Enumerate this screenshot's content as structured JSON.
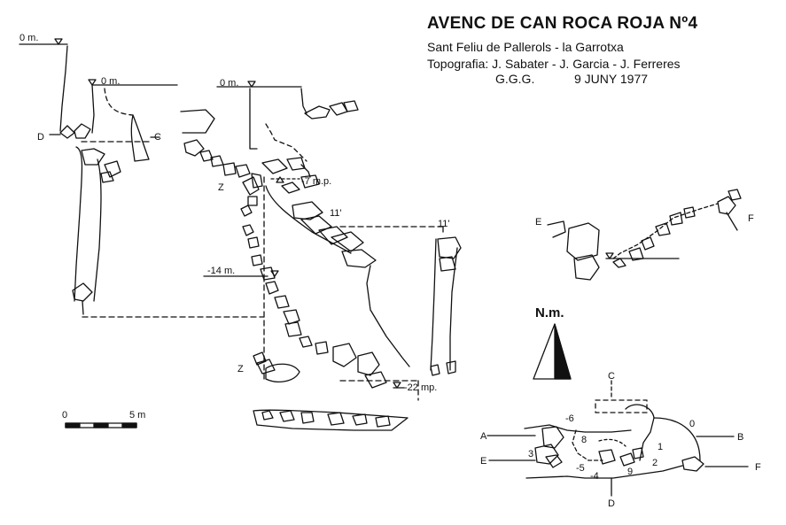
{
  "header": {
    "title": "AVENC DE CAN ROCA ROJA Nº4",
    "subtitle": "Sant Feliu de Pallerols - la Garrotxa",
    "credits": "Topografia: J. Sabater - J. Garcia - J. Ferreres",
    "group": "G.G.G.",
    "date": "9 JUNY 1977"
  },
  "section": {
    "zero_labels": [
      "0 m.",
      "0 m.",
      "0 m."
    ],
    "depth_7": "-7 m.p.",
    "depth_11a": "11'",
    "depth_11b": "11'",
    "depth_14": "-14 m.",
    "depth_22": "-22 mp.",
    "mark_d": "D",
    "mark_c": "C",
    "mark_z1": "Z",
    "mark_z2": "Z",
    "mark_e": "E",
    "mark_f": "F"
  },
  "scale_bar": {
    "start": "0",
    "end": "5 m"
  },
  "north": {
    "label": "N.m."
  },
  "plan": {
    "letters": {
      "a": "A",
      "b": "B",
      "c": "C",
      "d": "D",
      "e": "E",
      "f": "F"
    },
    "stations": [
      "0",
      "1",
      "2",
      "3",
      "-4",
      "-5",
      "-6",
      "8",
      "9"
    ]
  },
  "colors": {
    "ink": "#111111",
    "paper": "#ffffff"
  }
}
